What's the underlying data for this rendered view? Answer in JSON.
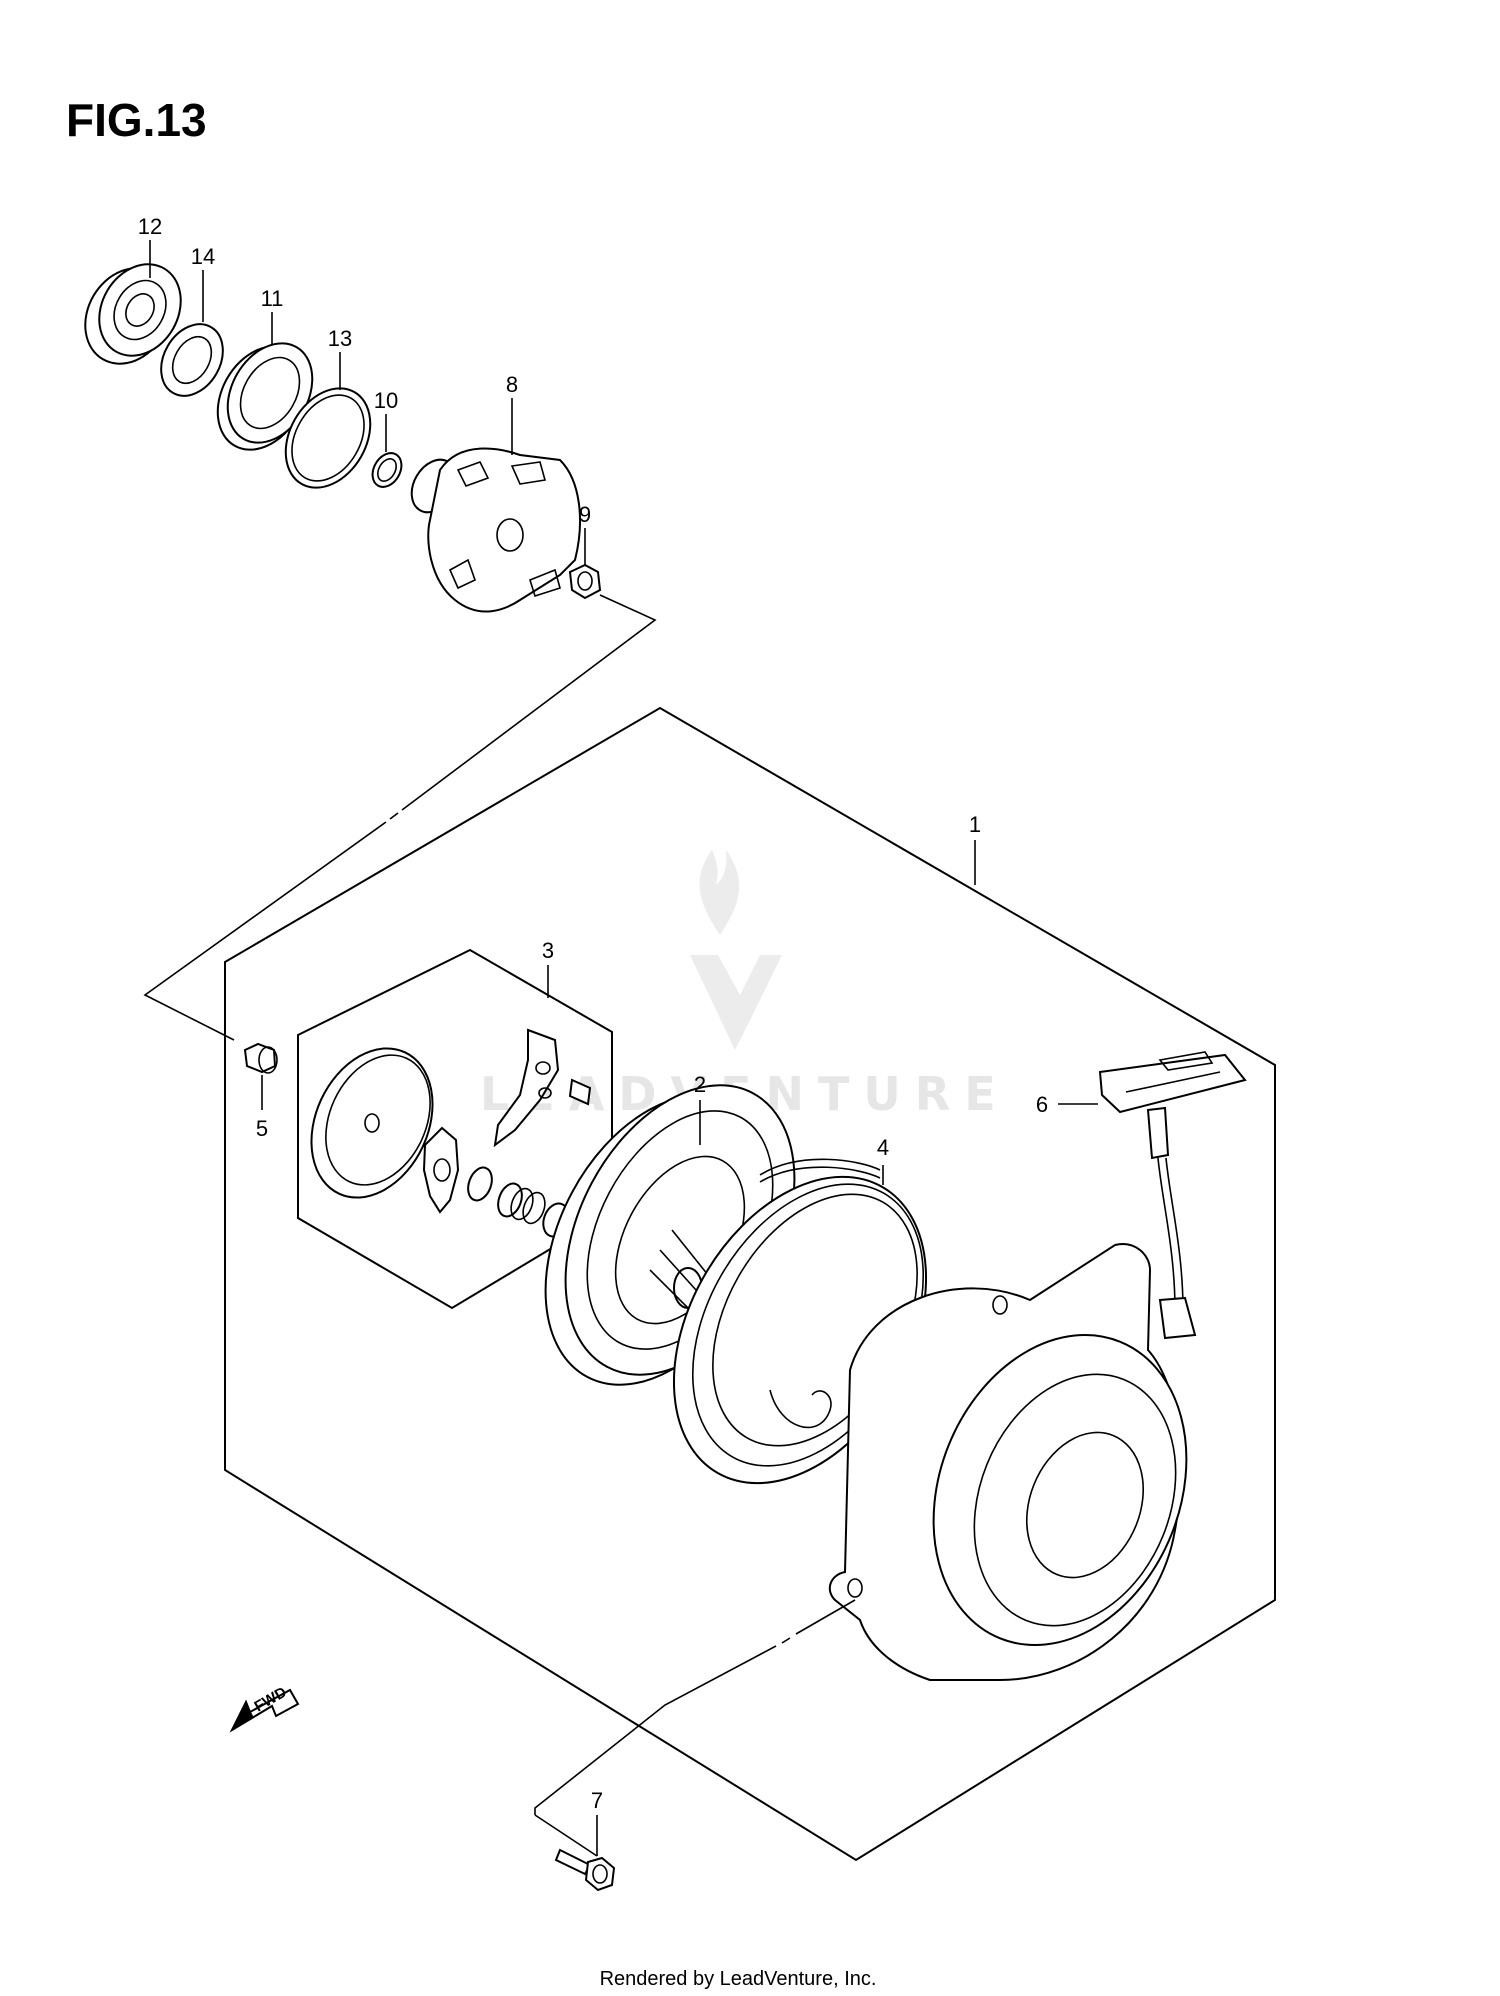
{
  "figure_title": "FIG.13",
  "footer_text": "Rendered by LeadVenture, Inc.",
  "watermark_text": "LEADVENTURE",
  "direction_label": "FWD",
  "callouts": {
    "c1": "1",
    "c2": "2",
    "c3": "3",
    "c4": "4",
    "c5": "5",
    "c6": "6",
    "c7": "7",
    "c8": "8",
    "c9": "9",
    "c10": "10",
    "c11": "11",
    "c12": "12",
    "c13": "13",
    "c14": "14"
  }
}
